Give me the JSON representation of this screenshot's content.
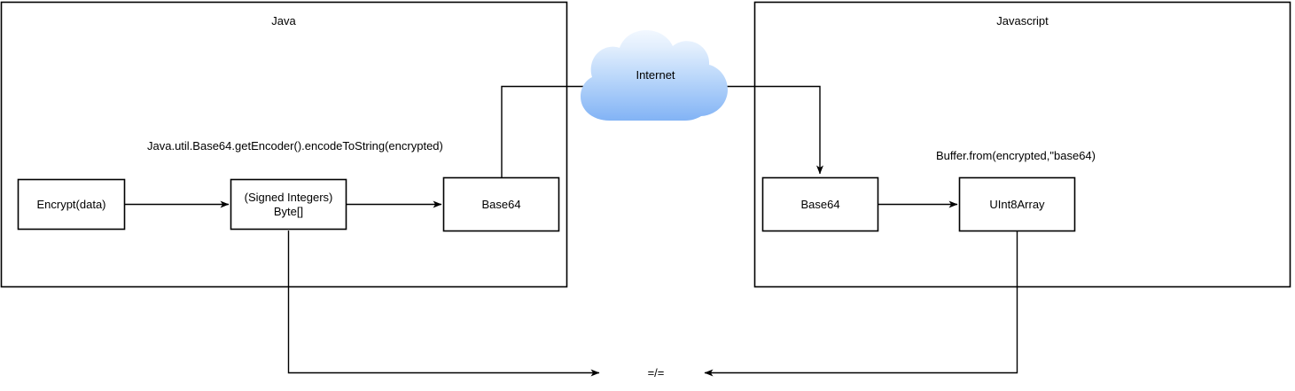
{
  "diagram": {
    "title_java": "Java",
    "title_javascript": "Javascript",
    "cloud_label": "Internet",
    "comparison_label": "=/=",
    "colors": {
      "stroke": "#000000",
      "background": "#ffffff",
      "cloud_top": "#eef5fe",
      "cloud_bottom": "#84b4f5",
      "text": "#000000"
    }
  },
  "containers": [
    {
      "key": "java",
      "name": "java-container",
      "label": "Java"
    },
    {
      "key": "javascript",
      "name": "javascript-container",
      "label": "Javascript"
    }
  ],
  "nodes": [
    {
      "key": "encrypt",
      "label": "Encrypt(data)"
    },
    {
      "key": "byte_array",
      "label": "(Signed Integers)\nByte[]"
    },
    {
      "key": "java_b64",
      "label": "Base64"
    },
    {
      "key": "js_b64",
      "label": "Base64"
    },
    {
      "key": "uint8",
      "label": "UInt8Array"
    }
  ],
  "edge_labels": [
    {
      "key": "java_encode",
      "label": "Java.util.Base64.getEncoder().encodeToString(encrypted)"
    },
    {
      "key": "js_decode",
      "label": "Buffer.from(encrypted,\"base64)"
    }
  ],
  "cloud": {
    "label": "Internet"
  },
  "comparison": {
    "label": "=/="
  }
}
